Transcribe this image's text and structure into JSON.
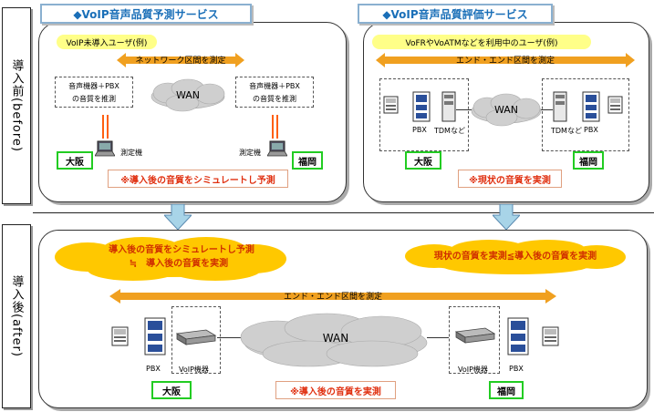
{
  "before": {
    "side_label": "導入前(before)",
    "left": {
      "title": "◆VoIP音声品質予測サービス",
      "user_label": "VoIP未導入ユーザ(例)",
      "network_label": "ネットワーク区間を測定",
      "box_left": "音声機器＋PBX\nの音質を推測",
      "box_right": "音声機器＋PBX\nの音質を推測",
      "wan": "WAN",
      "meter_left": "測定機",
      "meter_right": "測定機",
      "city_left": "大阪",
      "city_right": "福岡",
      "note": "※導入後の音質をシミュレートし予測"
    },
    "right": {
      "title": "◆VoIP音声品質評価サービス",
      "user_label": "VoFRやVoATMなどを利用中のユーザ(例)",
      "e2e_label": "エンド・エンド区間を測定",
      "wan": "WAN",
      "pbx_left": "PBX",
      "tdm_left": "TDMなど",
      "tdm_right": "TDMなど",
      "pbx_right": "PBX",
      "city_left": "大阪",
      "city_right": "福岡",
      "note": "※現状の音質を実測"
    }
  },
  "after": {
    "side_label": "導入後(after)",
    "cloud_left_line1": "導入後の音質をシミュレートし予測",
    "cloud_left_line2": "≒　導入後の音質を実測",
    "cloud_right": "現状の音質を実測≦導入後の音質を実測",
    "e2e_label": "エンド・エンド区間を測定",
    "wan": "WAN",
    "pbx_left": "PBX",
    "voip_left": "VoIP機器",
    "voip_right": "VoIP機器",
    "pbx_right": "PBX",
    "city_left": "大阪",
    "city_right": "福岡",
    "note": "※導入後の音質を実測"
  },
  "colors": {
    "title": "#1a6fb8",
    "arrow": "#f0a020",
    "city_border": "#22cc22",
    "note_text": "#e03010",
    "cloud": "#ffc800",
    "transition_arrow": "#a8d4e8"
  }
}
